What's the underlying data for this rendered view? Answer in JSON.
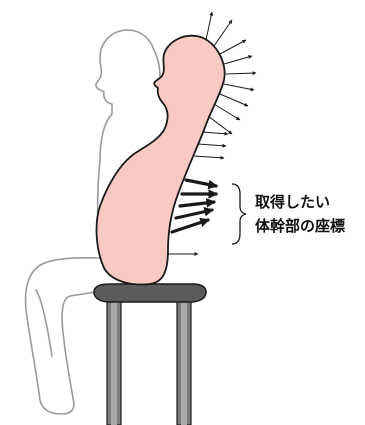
{
  "annotation": {
    "line1": "取得したい",
    "line2": "体幹部の座標"
  },
  "colors": {
    "background": "#ffffff",
    "body_outline": "#9a9a9a",
    "trunk_fill": "#f9c9c3",
    "trunk_stroke": "#1a1a1a",
    "arrow": "#1a1a1a",
    "stool_seat": "#5b5b5b",
    "stool_legs": "#7c7c7c",
    "stool_leg_inner": "#a8a8a8"
  },
  "icons": {
    "thin_arrows": "normal-vector-arrows",
    "bold_arrows": "target-coordinate-arrows",
    "brace": "curly-brace"
  }
}
